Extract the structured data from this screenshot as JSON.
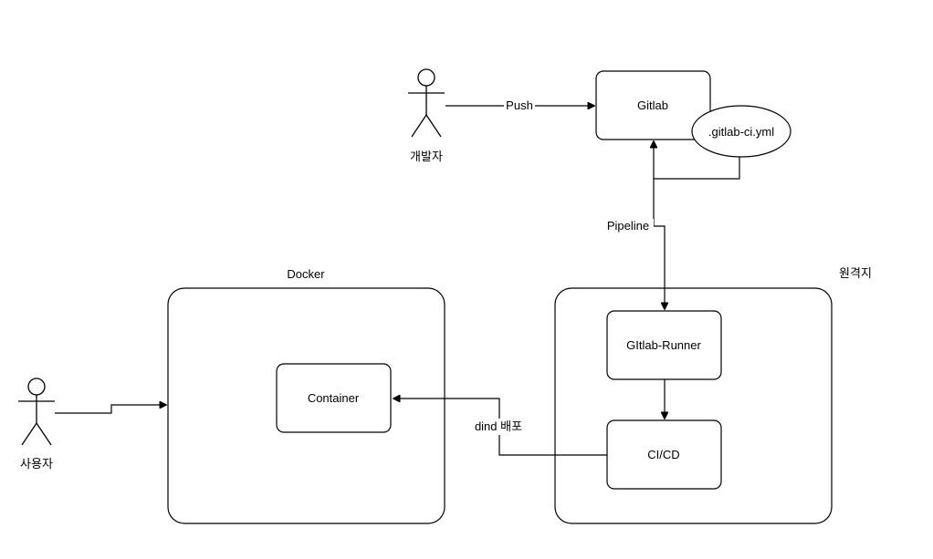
{
  "actors": {
    "developer": "개발자",
    "user": "사용자"
  },
  "nodes": {
    "gitlab": "Gitlab",
    "gitlab_ci_yml": ".gitlab-ci.yml",
    "gitlab_runner": "GItlab-Runner",
    "cicd": "CI/CD",
    "container": "Container"
  },
  "groups": {
    "docker": "Docker",
    "remote": "원격지"
  },
  "edges": {
    "push": "Push",
    "pipeline": "Pipeline",
    "dind_deploy": "dind 배포"
  }
}
